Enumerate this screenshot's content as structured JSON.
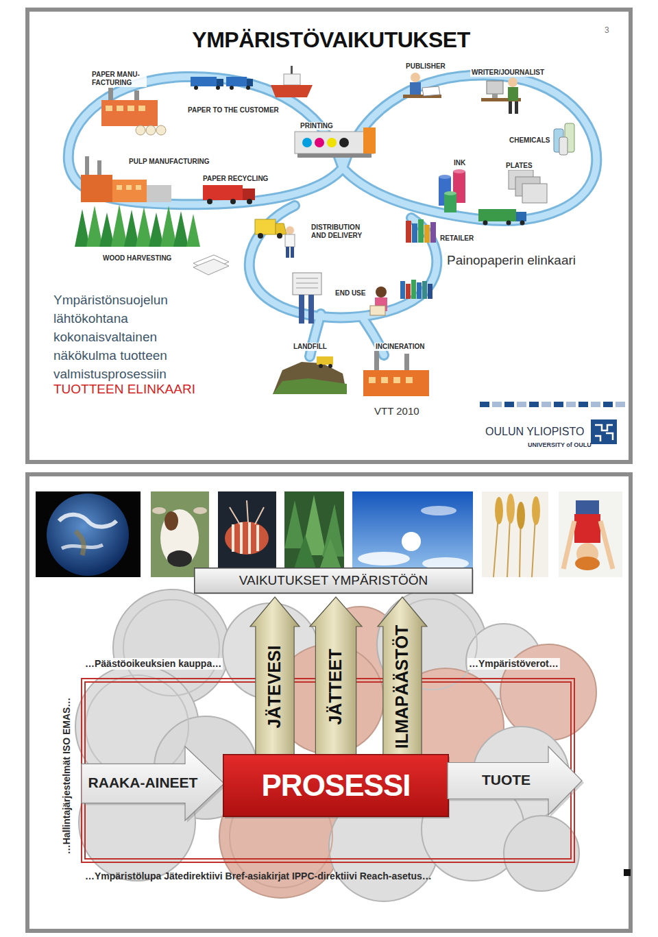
{
  "diagram": {
    "title": "YMPÄRISTÖVAIKUTUKSET",
    "nodes": [
      {
        "text": [
          "VAIKUTUKSET YMPÄRISTÖÖN"
        ]
      },
      {
        "text": [
          "JÄTEVESI"
        ]
      },
      {
        "text": [
          "JÄTTEET"
        ]
      },
      {
        "text": [
          "ILMAPÄÄSTÖT"
        ]
      },
      {
        "text": [
          "RAAKA-AINEET"
        ]
      },
      {
        "text": [
          "PROSESSI"
        ]
      },
      {
        "text": [
          "TUOTE"
        ]
      }
    ],
    "labels": [
      "3",
      "PAPER MANU- FACTURING",
      "PAPER TO THE CUSTOMER",
      "PUBLISHER",
      "WRITER/JOURNALIST",
      "PRINTING",
      "CHEMICALS",
      "PULP MANUFACTURING",
      "INK",
      "PLATES",
      "PAPER RECYCLING",
      "WOOD HARVESTING",
      "DISTRIBUTION AND DELIVERY",
      "RETAILER",
      "END USE",
      "LANDFILL",
      "INCINERATION",
      "Painopaperin elinkaari",
      "Ympäristönsuojelun lähtökohtana kokonaisvaltainen näkökulma tuotteen valmistusprosessiin",
      "TUOTTEEN ELINKAARI",
      "VTT 2010",
      "OULUN YLIOPISTO",
      "UNIVERSITY of OULU",
      "…Päästöoikeuksien kauppa…",
      "…Ympäristöverot…",
      "…Hallintajärjestelmät ISO EMAS…",
      "…Ympäristölupa Jätedirektiivi Bref-asiakirjat IPPC-direktiivi Reach-asetus…"
    ]
  }
}
